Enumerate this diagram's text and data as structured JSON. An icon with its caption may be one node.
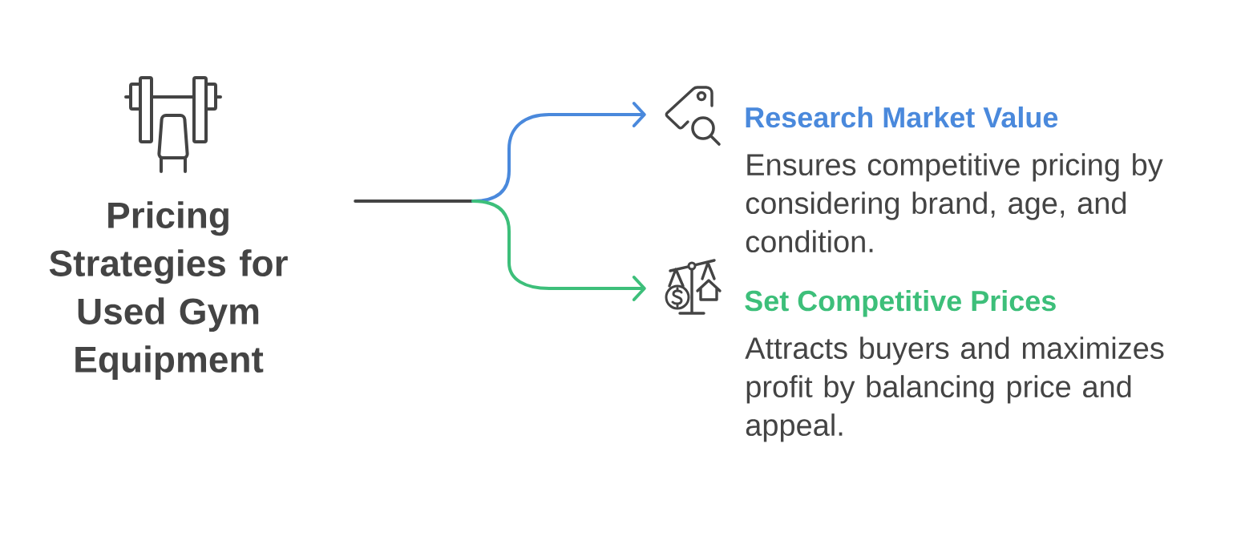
{
  "diagram": {
    "nodes": [
      {
        "text": [
          "Pricing Strategies for Used Gym Equipment"
        ]
      },
      {
        "text": [
          "Research Market Value",
          "Ensures competitive pricing by considering brand, age, and condition."
        ]
      },
      {
        "text": [
          "Set Competitive Prices",
          "Attracts buyers and maximizes profit by balancing price and appeal."
        ]
      }
    ],
    "edges": [
      {
        "from": 0,
        "to": 1,
        "arrow": "to",
        "color": "#4a89dc"
      },
      {
        "from": 0,
        "to": 2,
        "arrow": "to",
        "color": "#3dbf7a"
      }
    ]
  }
}
